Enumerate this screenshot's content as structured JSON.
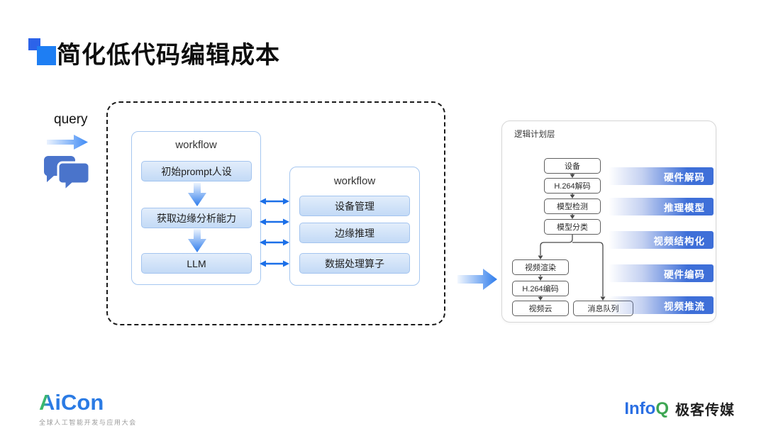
{
  "slide": {
    "title": "简化低代码编辑成本"
  },
  "query": {
    "label": "query"
  },
  "workflows": {
    "left": {
      "title": "workflow",
      "items": [
        "初始prompt人设",
        "获取边缘分析能力",
        "LLM"
      ]
    },
    "right": {
      "title": "workflow",
      "items": [
        "设备管理",
        "边缘推理",
        "数据处理算子"
      ]
    }
  },
  "logic_plan": {
    "title": "逻辑计划层",
    "chain": [
      "设备",
      "H.264解码",
      "模型检测",
      "模型分类"
    ],
    "left_branch": [
      "视频渲染",
      "H.264编码",
      "视频云"
    ],
    "right_branch": [
      "消息队列"
    ],
    "stages": [
      "硬件解码",
      "推理模型",
      "视频结构化",
      "硬件编码",
      "视频推流"
    ]
  },
  "footer": {
    "aicon_a": "A",
    "aicon_rest": "iCon",
    "aicon_subtitle": "全球人工智能开发与应用大会",
    "infoq_info": "Info",
    "infoq_q": "Q",
    "infoq_media": "极客传媒"
  },
  "colors": {
    "accent_blue": "#1E7EF3",
    "deep_blue": "#2C63E9",
    "bar_blue": "#3E6FD8",
    "arrow_blue": "#2E7CEC",
    "bubble_blue": "#4A74CB",
    "aicon_green": "#3CB96A",
    "aicon_blue": "#2B7BE4",
    "infoq_blue": "#2B6FE3",
    "infoq_green": "#3DA653"
  }
}
